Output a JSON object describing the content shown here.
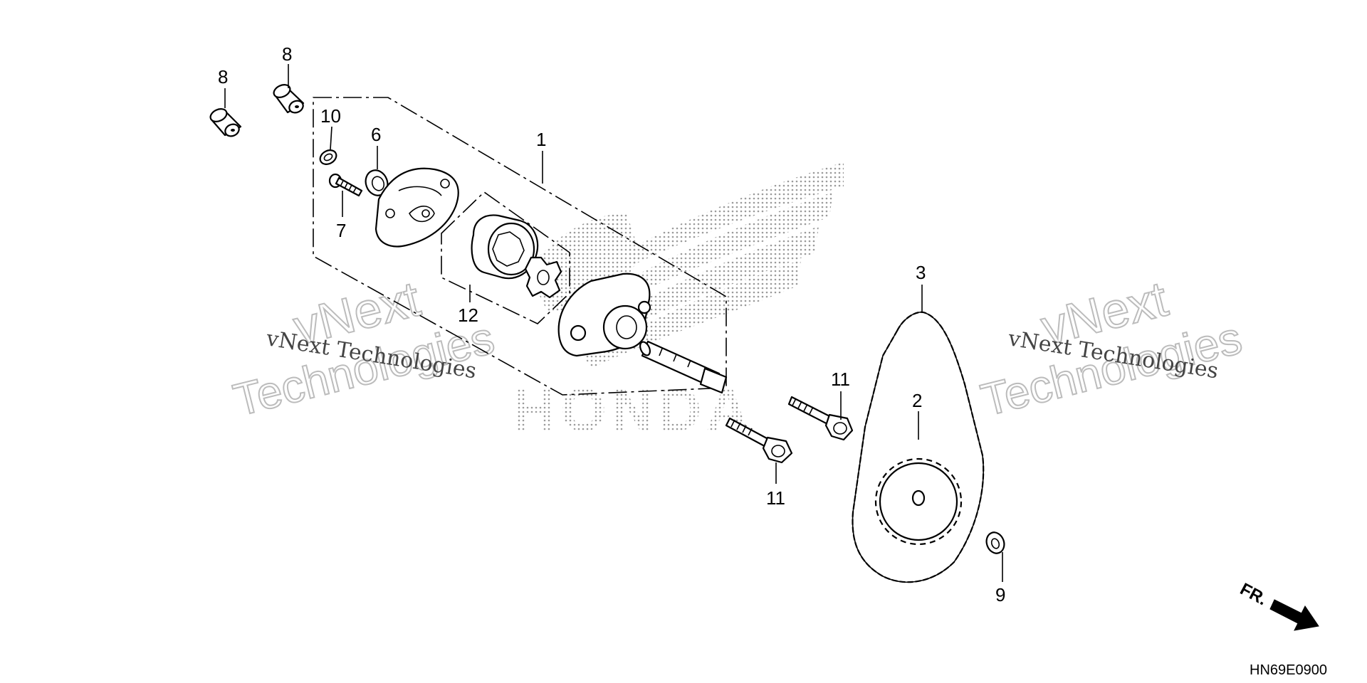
{
  "callouts": {
    "c1": "1",
    "c2": "2",
    "c3": "3",
    "c6": "6",
    "c7": "7",
    "c8a": "8",
    "c8b": "8",
    "c9": "9",
    "c10": "10",
    "c11a": "11",
    "c11b": "11",
    "c12": "12"
  },
  "watermarks": {
    "left_mono": "vNext Technologies",
    "left_outline_1": "vNext",
    "left_outline_2": "Technologies",
    "right_mono": "vNext Technologies",
    "right_outline_1": "vNext",
    "right_outline_2": "Technologies",
    "brand": "HONDA"
  },
  "direction_label": "FR.",
  "diagram_ref": "HN69E0900"
}
